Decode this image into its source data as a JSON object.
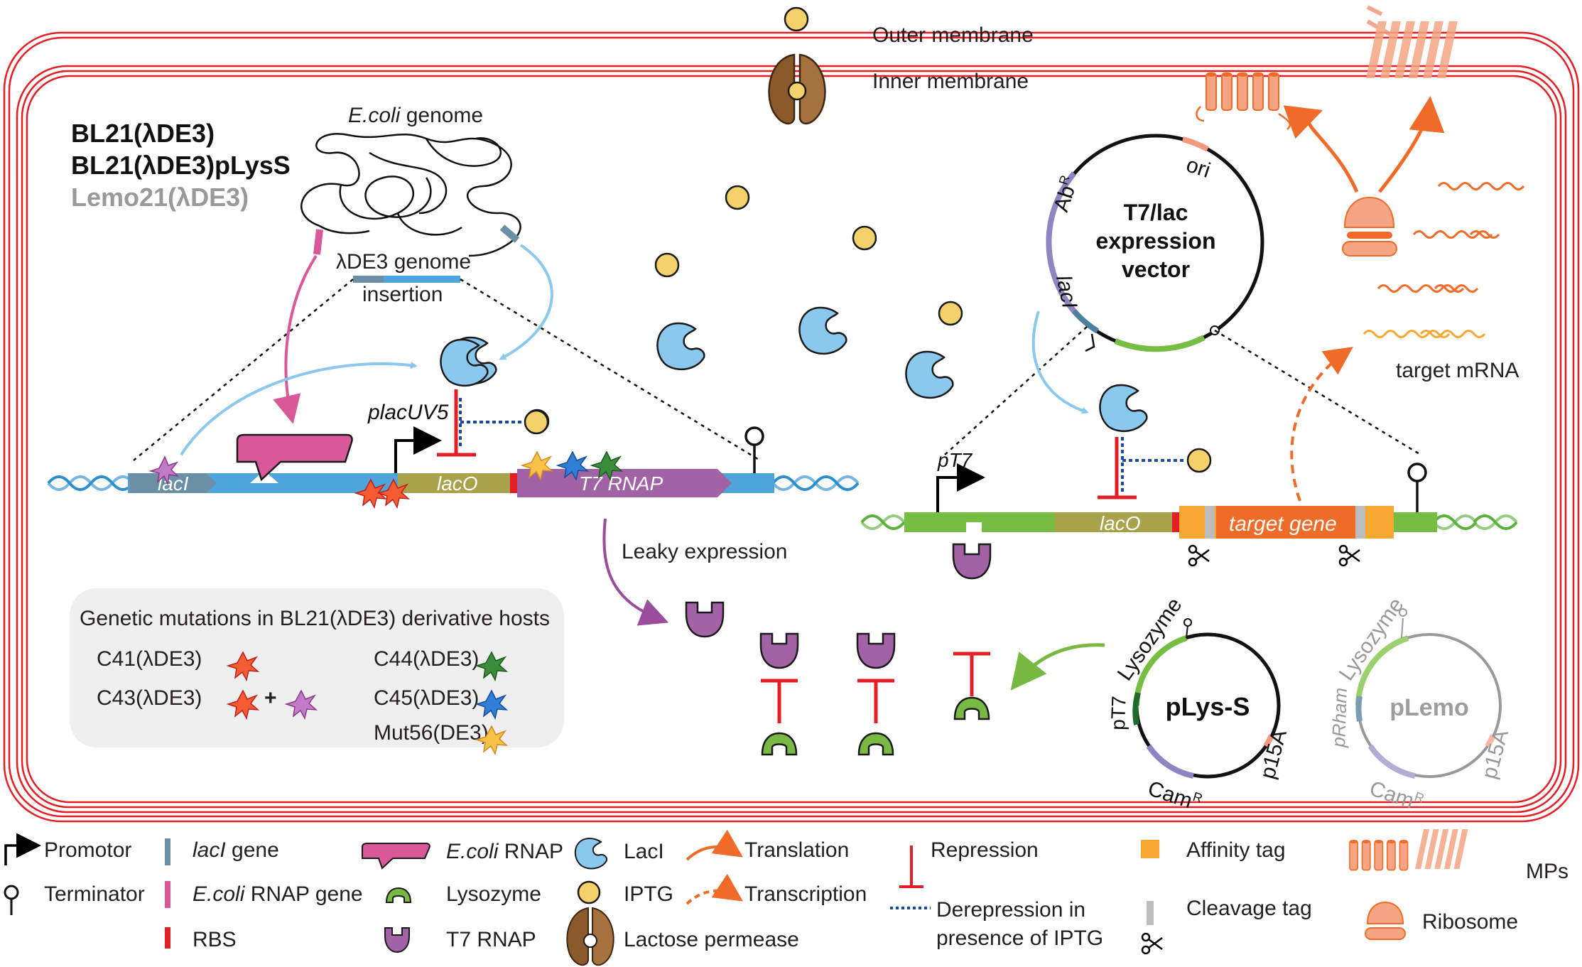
{
  "membranes": {
    "outer": "Outer membrane",
    "inner": "Inner membrane"
  },
  "strains": [
    "BL21(λDE3)",
    "BL21(λDE3)pLysS",
    "Lemo21(λDE3)"
  ],
  "genome": {
    "title_italic": "E.coli",
    "title_rest": " genome",
    "insertion_line1": "λDE3 genome",
    "insertion_line2": "insertion"
  },
  "left_construct": {
    "laci": "lacI",
    "promoter": "placUV5",
    "laco": "lacO",
    "t7rnap": "T7 RNAP"
  },
  "leaky": "Leaky expression",
  "mutations": {
    "title": "Genetic mutations in BL21(λDE3) derivative hosts",
    "c41": "C41(λDE3)",
    "c43": "C43(λDE3)",
    "plus": "+",
    "c44": "C44(λDE3)",
    "c45": "C45(λDE3)",
    "mut56": "Mut56(DE3)"
  },
  "vector": {
    "line1": "T7/lac",
    "line2": "expression",
    "line3": "vector",
    "abr": "Ab",
    "abr_sup": "R",
    "ori": "ori",
    "laci": "lacI"
  },
  "right_construct": {
    "promoter": "pT7",
    "laco": "lacO",
    "target": "target gene"
  },
  "target_mrna": "target mRNA",
  "plyss": {
    "name": "pLys-S",
    "lysozyme": "Lysozyme",
    "promoter": "pT7",
    "camr": "Cam",
    "camr_sup": "R",
    "ori": "p15A"
  },
  "plemo": {
    "name": "pLemo",
    "lysozyme": "Lysozyme",
    "promoter": "pRham",
    "camr": "Cam",
    "camr_sup": "R",
    "ori": "p15A"
  },
  "legend": {
    "promotor": "Promotor",
    "terminator": "Terminator",
    "laci_gene_italic": "lacI",
    "laci_gene_rest": " gene",
    "ecoli_rnap_gene_italic": "E.coli",
    "ecoli_rnap_gene_rest": " RNAP gene",
    "rbs": "RBS",
    "ecoli_rnap_italic": "E.coli",
    "ecoli_rnap_rest": " RNAP",
    "lysozyme": "Lysozyme",
    "t7rnap": "T7 RNAP",
    "laci": "LacI",
    "iptg": "IPTG",
    "permease": "Lactose permease",
    "translation": "Translation",
    "transcription": "Transcription",
    "repression": "Repression",
    "derepression_line1": "Derepression in",
    "derepression_line2": "presence of IPTG",
    "affinity": "Affinity tag",
    "cleavage": "Cleavage  tag",
    "mps": "MPs",
    "ribosome": "Ribosome"
  },
  "colors": {
    "membrane": "#e31e24",
    "backbone_blue": "#4ea5dc",
    "laci_box": "#6b8fa5",
    "laco": "#a8a24b",
    "t7rnap": "#a163a6",
    "ecoli_rnap": "#d9589a",
    "lysozyme": "#79b943",
    "laci_protein": "#8ac8ee",
    "iptg": "#f5d16b",
    "orange": "#ef6b27",
    "affinity": "#f7a833",
    "green_backbone": "#75bd43",
    "repression": "#e31e24",
    "dna_dashed": "#1b4a9a",
    "purple_arrow": "#9a4c9d"
  }
}
